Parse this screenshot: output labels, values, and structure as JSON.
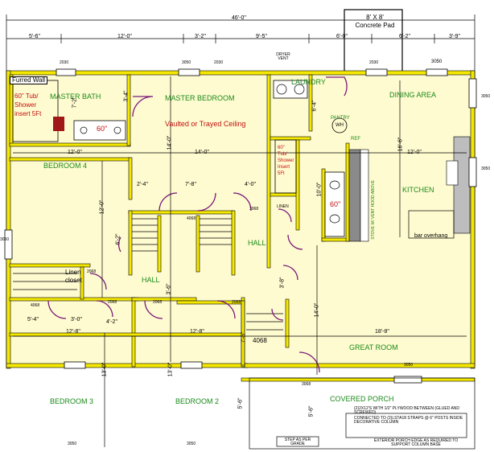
{
  "rooms": {
    "master_bath": "MASTER BATH",
    "master_bedroom": "MASTER BEDROOM",
    "laundry": "LAUNDRY",
    "dining": "DINING AREA",
    "bedroom4": "BEDROOM 4",
    "kitchen": "KITCHEN",
    "hall_right": "HALL",
    "hall_left": "HALL",
    "great_room": "GREAT ROOM",
    "bedroom3": "BEDROOM 3",
    "bedroom2": "BEDROOM 2",
    "covered_porch": "COVERED PORCH",
    "pantry": "PANTRY",
    "linen_closet": "Linen closet"
  },
  "notes": {
    "furred_wall": "Furred Wall",
    "tub1": "60\" Tub/ Shower insert 5Ft",
    "tub2": "60\" Tub/ Shower Insert 5Ft",
    "vaulted": "Vaulted or Trayed Ceiling",
    "vanity_60a": "60\"",
    "vanity_60b": "60\"",
    "concrete_pad": "8' X 8' Concrete Pad",
    "dryer_vent": "DRYER VENT",
    "wh": "WH",
    "ref": "REF",
    "stove": "STOVE W/ VENT HOOD ABOVE",
    "bar_overhang": "bar overhang",
    "linen": "LINEN",
    "porch_note1": "(2)2X12'S WITH 1/2\" PLYWOOD BETWEEN (GLUED AND SCREWED)",
    "porch_note2": "CONNECTED TO (2)LSTA18 STRAPS @ 6\" POSTS INSIDE DECORATIVE COLUMN",
    "porch_note3": "EXTERIOR PORCH EDGE AS REQUIRED TO SUPPORT COLUMN BASE",
    "step": "STEP AS PER GRADE",
    "door_4068": "4068"
  },
  "dimensions": {
    "overall": "46'-0\"",
    "top_a": "5'-6\"",
    "top_b": "12'-0\"",
    "top_c": "3'-2\"",
    "top_d": "9'-5\"",
    "top_e": "6'-0\"",
    "top_f": "6'-2\"",
    "top_g": "3'-9\"",
    "mb_h": "7'-2\"",
    "mbed_v": "14'-0\"",
    "b4_w": "12'-0\"",
    "hall_w": "14'-0\"",
    "kit_w": "12'-0\"",
    "kit_v": "16'-6\"",
    "b4_v": "12'-0\"",
    "closet_a": "2'-4\"",
    "closet_b": "7'-8\"",
    "closet_c": "4'-0\"",
    "ldry_v": "6'-4\"",
    "kit_v2": "10'-0\"",
    "hall_v": "6'-2\"",
    "linen_a": "5'-4\"",
    "linen_b": "3'-0\"",
    "linen_c": "4'-2\"",
    "b3_w": "12'-8\"",
    "b2_w": "12'-8\"",
    "gr_w": "18'-8\"",
    "b3_v": "13'-0\"",
    "b2_v": "13'-0\"",
    "gr_v": "14'-0\"",
    "porch_v": "5'-6\"",
    "porch_v2": "5'-6\"",
    "clos_v": "7'-6\"",
    "hall_v2": "3'-6\"",
    "hall_v3": "3'-8\"",
    "mb_v": "3'-4\""
  },
  "windows": {
    "w2030a": "2030",
    "w3050a": "3050",
    "w2030b": "2030",
    "w2030c": "2030",
    "w3050b": "3050",
    "w3050c": "3050",
    "w3050d": "3050",
    "w3050e": "3050",
    "w3050f": "3050",
    "w3050g": "3050",
    "w3050h": "3050",
    "d4068a": "4068",
    "d4068b": "4068",
    "d3068a": "3068",
    "d2068a": "2068",
    "d2068b": "2068",
    "d2068c": "2068",
    "d3068b": "3068",
    "d2068d": "2068"
  }
}
